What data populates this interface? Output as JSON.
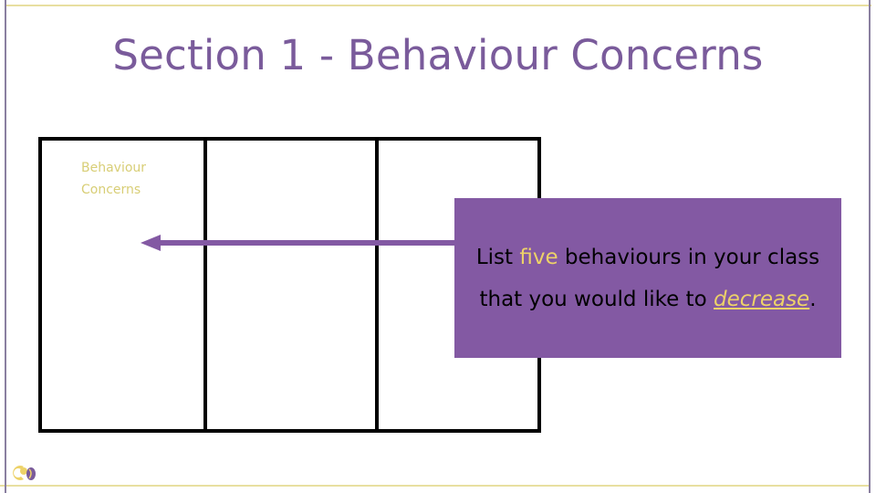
{
  "slide": {
    "title": "Section 1 - Behaviour Concerns",
    "background_color": "#ffffff"
  },
  "frame": {
    "top_line_color": "#E8DFA0",
    "bottom_line_color": "#E8DFA0",
    "left_line_color": "#8A7FA0",
    "right_line_color": "#8A7FA0"
  },
  "table": {
    "columns": [
      {
        "label": "Behaviour Concerns",
        "label_color": "#D8CE76"
      },
      {
        "label": "",
        "label_color": "#D8CE76"
      },
      {
        "label": "",
        "label_color": "#D8CE76"
      }
    ],
    "border_color": "#000000",
    "rows": 1
  },
  "arrow": {
    "name": "leftward-arrow",
    "color": "#8359A3",
    "direction": "left"
  },
  "callout": {
    "background_color": "#8359A3",
    "text_color": "#000000",
    "accent_color": "#EDD268",
    "segment_1": "List ",
    "highlight_1": "five",
    "segment_2": " behaviours in your class that you would like to ",
    "highlight_2": "decrease",
    "segment_3": "."
  },
  "logo": {
    "name": "brand-logo",
    "primary_color": "#EDD268",
    "secondary_color": "#7A5B9B"
  }
}
